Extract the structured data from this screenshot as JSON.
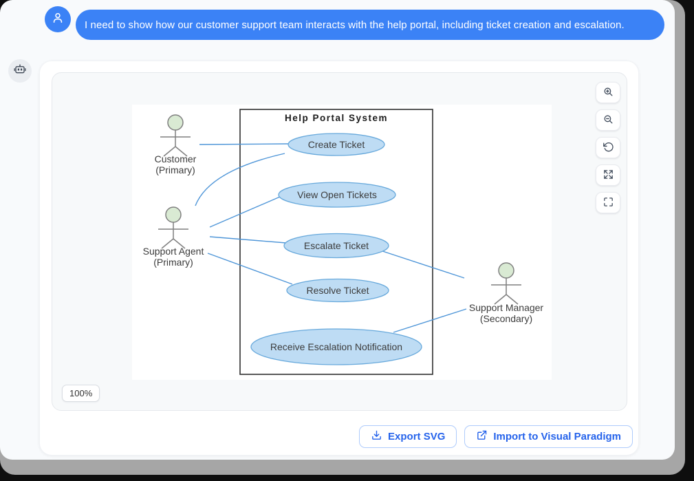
{
  "chat": {
    "user_message": "I need to show how our customer support team interacts with the help portal, including ticket creation and escalation."
  },
  "viewer": {
    "zoom_level": "100%",
    "controls": [
      "zoom-in",
      "zoom-out",
      "reset-view",
      "expand",
      "fullscreen"
    ]
  },
  "actions": {
    "export_label": "Export SVG",
    "import_label": "Import to Visual Paradigm"
  },
  "diagram": {
    "type": "use-case",
    "title": "Help Portal System",
    "actors": [
      {
        "name": "Customer",
        "stereotype": "(Primary)"
      },
      {
        "name": "Support Agent",
        "stereotype": "(Primary)"
      },
      {
        "name": "Support Manager",
        "stereotype": "(Secondary)"
      }
    ],
    "use_cases": [
      "Create Ticket",
      "View Open Tickets",
      "Escalate Ticket",
      "Resolve Ticket",
      "Receive Escalation Notification"
    ],
    "associations": [
      [
        "Customer",
        "Create Ticket"
      ],
      [
        "Support Agent",
        "Create Ticket"
      ],
      [
        "Support Agent",
        "View Open Tickets"
      ],
      [
        "Support Agent",
        "Escalate Ticket"
      ],
      [
        "Support Agent",
        "Resolve Ticket"
      ],
      [
        "Escalate Ticket",
        "Support Manager"
      ],
      [
        "Support Manager",
        "Receive Escalation Notification"
      ]
    ]
  },
  "icons": {
    "user": "person-icon",
    "assistant": "robot-icon",
    "zoom_in": "zoom-in-icon",
    "zoom_out": "zoom-out-icon",
    "reset": "rotate-ccw-icon",
    "expand": "expand-arrows-icon",
    "fullscreen": "fullscreen-brackets-icon",
    "export": "download-icon",
    "import": "external-link-icon"
  },
  "colors": {
    "accent_blue": "#3b82f6",
    "button_text_blue": "#2563eb",
    "usecase_fill": "#bedcf4",
    "usecase_stroke": "#66a8db",
    "association_line": "#4f96d8",
    "actor_head_fill": "#d9ead3",
    "boundary_stroke": "#2e2e2e"
  }
}
